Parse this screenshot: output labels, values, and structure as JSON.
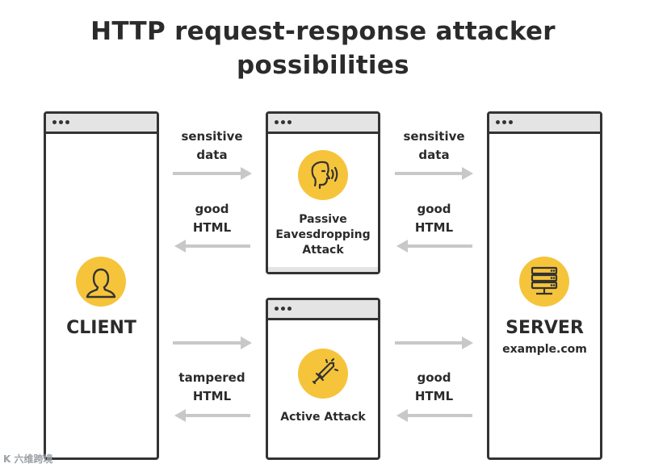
{
  "title": {
    "line1": "HTTP request-response attacker",
    "line2": "possibilities"
  },
  "client": {
    "label": "CLIENT",
    "icon": "user-icon"
  },
  "server": {
    "label": "SERVER",
    "domain": "example.com",
    "icon": "server-icon"
  },
  "passive": {
    "label_line1": "Passive",
    "label_line2": "Eavesdropping",
    "label_line3": "Attack",
    "icon": "eavesdropper-face-icon"
  },
  "active": {
    "label": "Active Attack",
    "icon": "sword-icon"
  },
  "arrows": {
    "top_left_request": {
      "line1": "sensitive",
      "line2": "data"
    },
    "top_right_request": {
      "line1": "sensitive",
      "line2": "data"
    },
    "top_left_response": {
      "line1": "good",
      "line2": "HTML"
    },
    "top_right_response": {
      "line1": "good",
      "line2": "HTML"
    },
    "bottom_left_response": {
      "line1": "tampered",
      "line2": "HTML"
    },
    "bottom_right_response": {
      "line1": "good",
      "line2": "HTML"
    }
  },
  "colors": {
    "accent": "#f6c43b",
    "arrow": "#c8c8c8",
    "outline": "#333333",
    "titlebar": "#e4e4e4"
  },
  "watermark": "K 六维跨境"
}
